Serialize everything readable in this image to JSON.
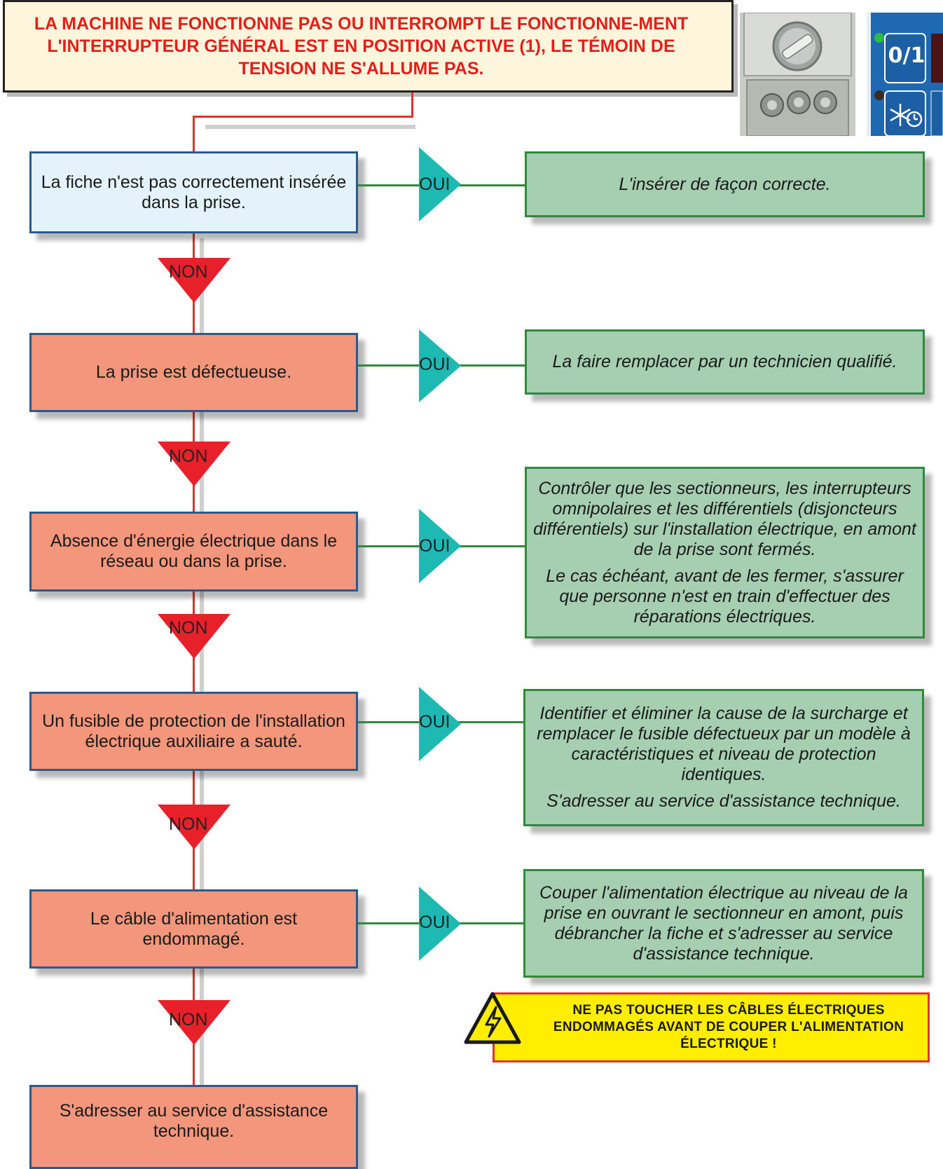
{
  "title": "LA MACHINE NE FONCTIONNE PAS OU INTERROMPT LE FONCTIONNE-MENT L'INTERRUPTEUR GÉNÉRAL EST EN POSITION ACTIVE (1), LE TÉMOIN DE TENSION NE S'ALLUME PAS.",
  "yes_label": "OUI",
  "no_label": "NON",
  "steps": [
    {
      "question": "La fiche n'est pas correctement insérée dans la prise.",
      "answer": [
        "L'insérer de façon correcte."
      ]
    },
    {
      "question": "La prise est défectueuse.",
      "answer": [
        "La faire remplacer par un technicien qualifié."
      ]
    },
    {
      "question": "Absence d'énergie électrique dans le réseau ou dans la prise.",
      "answer": [
        "Contrôler que les sectionneurs, les interrupteurs omnipolaires et les différentiels (disjoncteurs différentiels) sur l'installation électrique, en amont de la prise sont fermés.",
        "Le cas échéant, avant de les fermer, s'assurer que personne n'est en train d'effectuer des réparations électriques."
      ]
    },
    {
      "question": "Un fusible de protection de l'installation électrique auxiliaire a sauté.",
      "answer": [
        "Identifier et éliminer la cause de la surcharge et remplacer le fusible défectueux par un modèle à caractéristiques et niveau de protection identiques.",
        "S'adresser au service d'assistance technique."
      ]
    },
    {
      "question": "Le câble d'alimentation est endommagé.",
      "answer": [
        "Couper l'alimentation électrique au niveau de la prise en ouvrant le sectionneur en amont, puis débrancher la fiche et s'adresser au service d'assistance technique."
      ]
    }
  ],
  "final_step": "S'adresser au service d'assistance technique.",
  "warning": "NE PAS TOUCHER LES CÂBLES ÉLECTRIQUES ENDOMMAGÉS AVANT DE COUPER L'ALIMENTATION ÉLECTRIQUE !",
  "panel_symbol": "0/1",
  "colors": {
    "question_blue": "#e3f2fb",
    "question_salmon": "#f4967c",
    "answer_green": "#a6cfb1",
    "yes_teal": "#1fb9b4",
    "no_red": "#e8202a",
    "title_red": "#e41f1a",
    "warning_yellow": "#ffee00"
  },
  "icons": [
    "warning-triangle-icon",
    "snowflake-clock-icon"
  ]
}
